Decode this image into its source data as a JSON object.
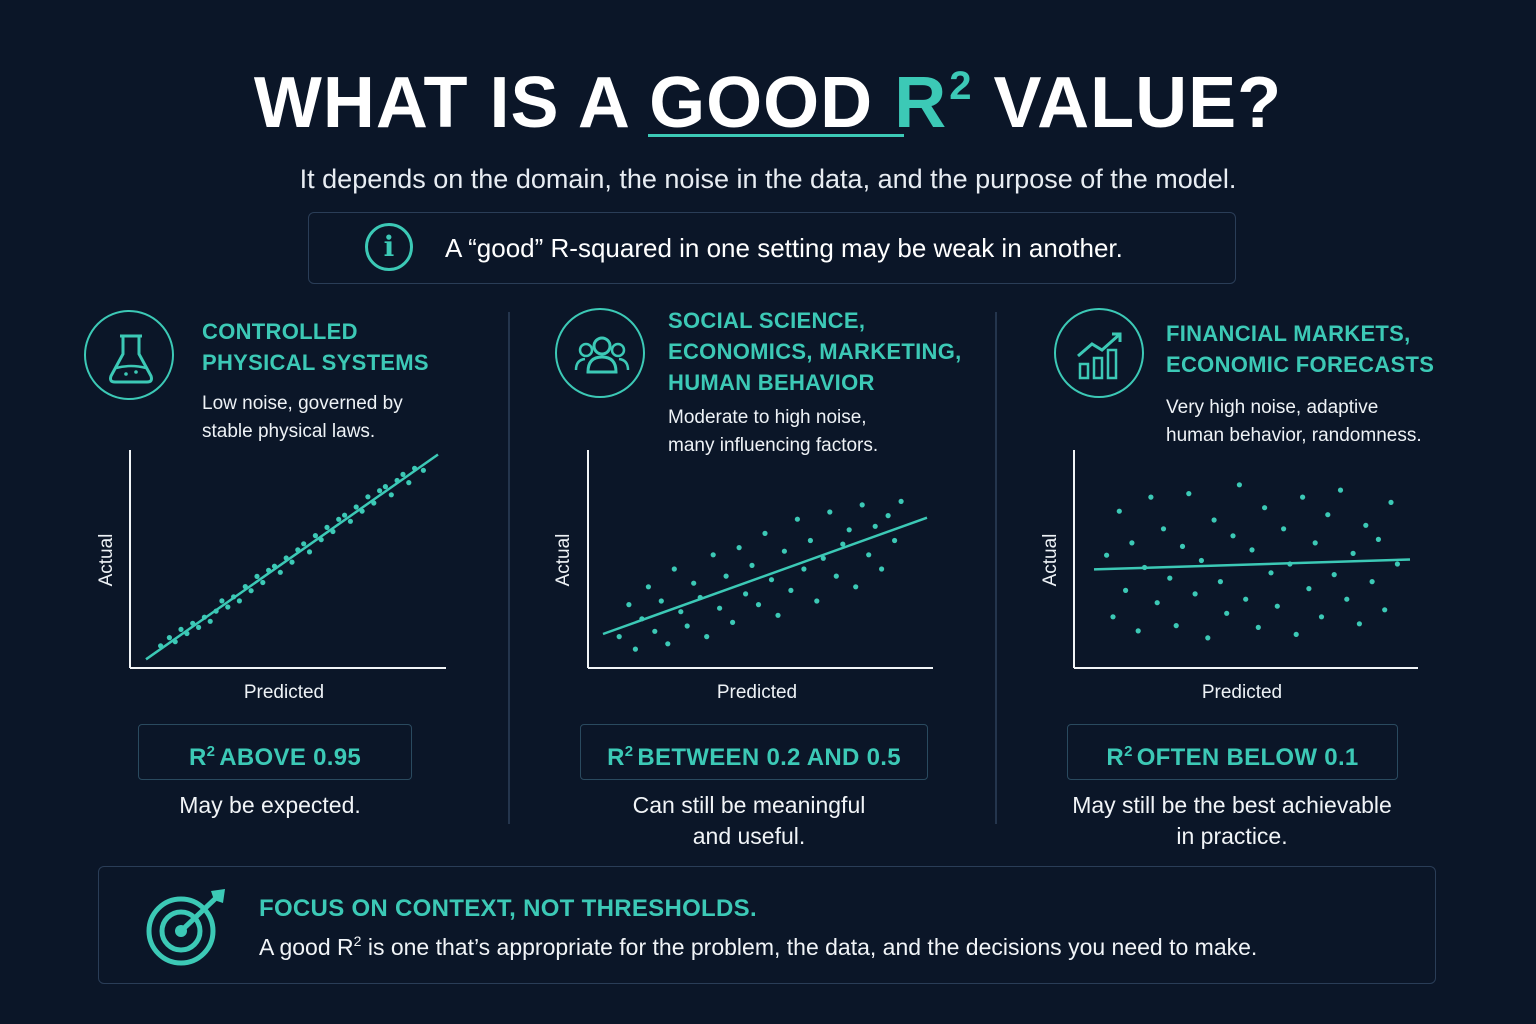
{
  "header": {
    "title_part1": "WHAT IS A GOOD ",
    "title_accent": "R",
    "title_sup": "2",
    "title_part2": " VALUE?",
    "subtitle": "It depends on the domain, the noise in the data, and the purpose of the model."
  },
  "info": {
    "icon": "info-icon",
    "text": "A “good” R-squared in one setting may be weak in another."
  },
  "panels": [
    {
      "icon": "flask-icon",
      "title_lines": [
        "CONTROLLED",
        "PHYSICAL SYSTEMS"
      ],
      "desc_lines": [
        "Low noise, governed by",
        "stable physical laws."
      ],
      "ylabel": "Actual",
      "xlabel": "Predicted",
      "r2_prefix": "R",
      "r2_sup": "2",
      "r2_text": "ABOVE 0.95",
      "note_lines": [
        "May be expected."
      ]
    },
    {
      "icon": "people-icon",
      "title_lines": [
        "SOCIAL SCIENCE,",
        "ECONOMICS, MARKETING,",
        "HUMAN BEHAVIOR"
      ],
      "desc_lines": [
        "Moderate to high noise,",
        "many influencing factors."
      ],
      "ylabel": "Actual",
      "xlabel": "Predicted",
      "r2_prefix": "R",
      "r2_sup": "2",
      "r2_text": "BETWEEN 0.2 AND 0.5",
      "note_lines": [
        "Can still be meaningful",
        "and useful."
      ]
    },
    {
      "icon": "bar-chart-trend-icon",
      "title_lines": [
        "FINANCIAL MARKETS,",
        "ECONOMIC FORECASTS"
      ],
      "desc_lines": [
        "Very high noise, adaptive",
        "human behavior, randomness."
      ],
      "ylabel": "Actual",
      "xlabel": "Predicted",
      "r2_prefix": "R",
      "r2_sup": "2",
      "r2_text": "OFTEN BELOW 0.1",
      "note_lines": [
        "May still be the best achievable",
        "in practice."
      ]
    }
  ],
  "footer": {
    "icon": "target-arrow-icon",
    "title": "FOCUS ON CONTEXT, NOT THRESHOLDS.",
    "text_before": "A good R",
    "text_sup": "2",
    "text_after": " is one that’s appropriate for the problem, the data, and the decisions you need to make."
  },
  "colors": {
    "background": "#0b1628",
    "accent": "#3cc9b6",
    "text": "#ffffff"
  },
  "chart_data": [
    {
      "type": "scatter",
      "xlabel": "Predicted",
      "ylabel": "Actual",
      "noise": "low",
      "fit_line": true,
      "points": [
        [
          0.05,
          0.06
        ],
        [
          0.08,
          0.1
        ],
        [
          0.1,
          0.08
        ],
        [
          0.12,
          0.14
        ],
        [
          0.14,
          0.12
        ],
        [
          0.16,
          0.17
        ],
        [
          0.18,
          0.15
        ],
        [
          0.2,
          0.2
        ],
        [
          0.22,
          0.18
        ],
        [
          0.24,
          0.23
        ],
        [
          0.26,
          0.28
        ],
        [
          0.28,
          0.25
        ],
        [
          0.3,
          0.3
        ],
        [
          0.32,
          0.28
        ],
        [
          0.34,
          0.35
        ],
        [
          0.36,
          0.33
        ],
        [
          0.38,
          0.4
        ],
        [
          0.4,
          0.37
        ],
        [
          0.42,
          0.43
        ],
        [
          0.44,
          0.45
        ],
        [
          0.46,
          0.42
        ],
        [
          0.48,
          0.49
        ],
        [
          0.5,
          0.47
        ],
        [
          0.52,
          0.53
        ],
        [
          0.54,
          0.56
        ],
        [
          0.56,
          0.52
        ],
        [
          0.58,
          0.6
        ],
        [
          0.6,
          0.58
        ],
        [
          0.62,
          0.64
        ],
        [
          0.64,
          0.62
        ],
        [
          0.66,
          0.68
        ],
        [
          0.68,
          0.7
        ],
        [
          0.7,
          0.67
        ],
        [
          0.72,
          0.74
        ],
        [
          0.74,
          0.72
        ],
        [
          0.76,
          0.79
        ],
        [
          0.78,
          0.76
        ],
        [
          0.8,
          0.82
        ],
        [
          0.82,
          0.84
        ],
        [
          0.84,
          0.8
        ],
        [
          0.86,
          0.87
        ],
        [
          0.88,
          0.9
        ],
        [
          0.9,
          0.86
        ],
        [
          0.92,
          0.93
        ],
        [
          0.95,
          0.92
        ]
      ]
    },
    {
      "type": "scatter",
      "xlabel": "Predicted",
      "ylabel": "Actual",
      "noise": "moderate",
      "fit_line": true,
      "points": [
        [
          0.05,
          0.12
        ],
        [
          0.08,
          0.3
        ],
        [
          0.1,
          0.05
        ],
        [
          0.12,
          0.22
        ],
        [
          0.14,
          0.4
        ],
        [
          0.16,
          0.15
        ],
        [
          0.18,
          0.32
        ],
        [
          0.2,
          0.08
        ],
        [
          0.22,
          0.5
        ],
        [
          0.24,
          0.26
        ],
        [
          0.26,
          0.18
        ],
        [
          0.28,
          0.42
        ],
        [
          0.3,
          0.34
        ],
        [
          0.32,
          0.12
        ],
        [
          0.34,
          0.58
        ],
        [
          0.36,
          0.28
        ],
        [
          0.38,
          0.46
        ],
        [
          0.4,
          0.2
        ],
        [
          0.42,
          0.62
        ],
        [
          0.44,
          0.36
        ],
        [
          0.46,
          0.52
        ],
        [
          0.48,
          0.3
        ],
        [
          0.5,
          0.7
        ],
        [
          0.52,
          0.44
        ],
        [
          0.54,
          0.24
        ],
        [
          0.56,
          0.6
        ],
        [
          0.58,
          0.38
        ],
        [
          0.6,
          0.78
        ],
        [
          0.62,
          0.5
        ],
        [
          0.64,
          0.66
        ],
        [
          0.66,
          0.32
        ],
        [
          0.68,
          0.56
        ],
        [
          0.7,
          0.82
        ],
        [
          0.72,
          0.46
        ],
        [
          0.74,
          0.64
        ],
        [
          0.76,
          0.72
        ],
        [
          0.78,
          0.4
        ],
        [
          0.8,
          0.86
        ],
        [
          0.82,
          0.58
        ],
        [
          0.84,
          0.74
        ],
        [
          0.86,
          0.5
        ],
        [
          0.88,
          0.8
        ],
        [
          0.9,
          0.66
        ],
        [
          0.92,
          0.88
        ]
      ]
    },
    {
      "type": "scatter",
      "xlabel": "Predicted",
      "ylabel": "Actual",
      "noise": "very high",
      "fit_line": true,
      "points": [
        [
          0.04,
          0.55
        ],
        [
          0.06,
          0.2
        ],
        [
          0.08,
          0.8
        ],
        [
          0.1,
          0.35
        ],
        [
          0.12,
          0.62
        ],
        [
          0.14,
          0.12
        ],
        [
          0.16,
          0.48
        ],
        [
          0.18,
          0.88
        ],
        [
          0.2,
          0.28
        ],
        [
          0.22,
          0.7
        ],
        [
          0.24,
          0.42
        ],
        [
          0.26,
          0.15
        ],
        [
          0.28,
          0.6
        ],
        [
          0.3,
          0.9
        ],
        [
          0.32,
          0.33
        ],
        [
          0.34,
          0.52
        ],
        [
          0.36,
          0.08
        ],
        [
          0.38,
          0.75
        ],
        [
          0.4,
          0.4
        ],
        [
          0.42,
          0.22
        ],
        [
          0.44,
          0.66
        ],
        [
          0.46,
          0.95
        ],
        [
          0.48,
          0.3
        ],
        [
          0.5,
          0.58
        ],
        [
          0.52,
          0.14
        ],
        [
          0.54,
          0.82
        ],
        [
          0.56,
          0.45
        ],
        [
          0.58,
          0.26
        ],
        [
          0.6,
          0.7
        ],
        [
          0.62,
          0.5
        ],
        [
          0.64,
          0.1
        ],
        [
          0.66,
          0.88
        ],
        [
          0.68,
          0.36
        ],
        [
          0.7,
          0.62
        ],
        [
          0.72,
          0.2
        ],
        [
          0.74,
          0.78
        ],
        [
          0.76,
          0.44
        ],
        [
          0.78,
          0.92
        ],
        [
          0.8,
          0.3
        ],
        [
          0.82,
          0.56
        ],
        [
          0.84,
          0.16
        ],
        [
          0.86,
          0.72
        ],
        [
          0.88,
          0.4
        ],
        [
          0.9,
          0.64
        ],
        [
          0.92,
          0.24
        ],
        [
          0.94,
          0.85
        ],
        [
          0.96,
          0.5
        ]
      ]
    }
  ]
}
